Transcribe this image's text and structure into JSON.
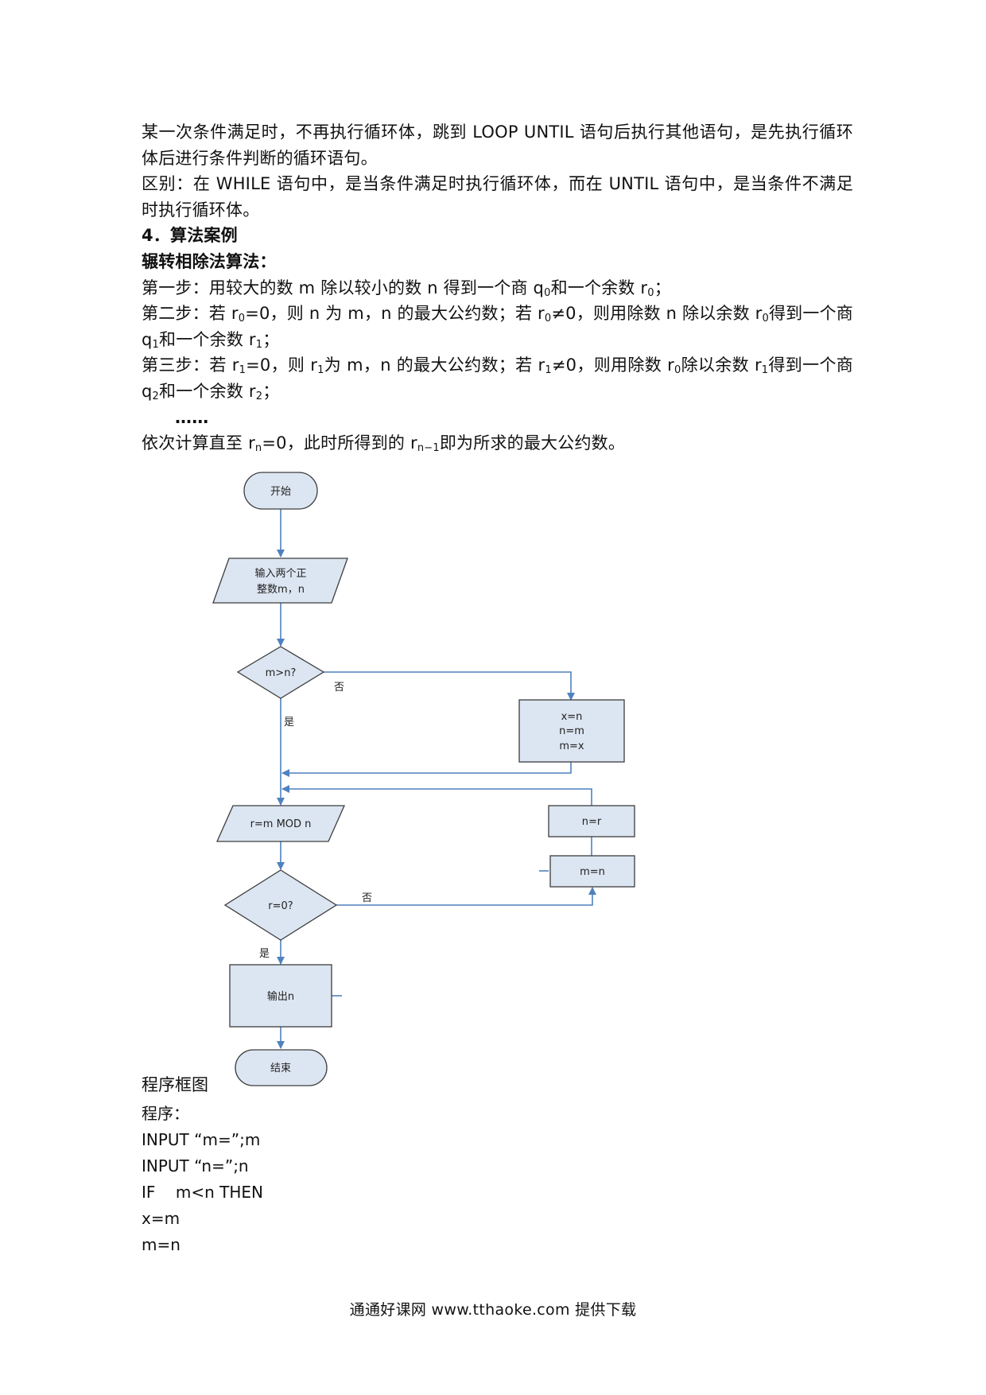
{
  "intro": {
    "line1": "某一次条件满足时，不再执行循环体，跳到 LOOP UNTIL 语句后执行其他语句，是先执行循环体后进行条件判断的循环语句。",
    "line2": "区别：在 WHILE 语句中，是当条件满足时执行循环体，而在 UNTIL 语句中，是当条件不满足时执行循环体。"
  },
  "section": {
    "heading": "4．算法案例",
    "subheading": "辗转相除法算法："
  },
  "steps": {
    "s1_a": "第一步：用较大的数 m 除以较小的数 n 得到一个商 q",
    "s1_sub1": "0",
    "s1_b": "和一个余数 r",
    "s1_sub2": "0",
    "s1_c": "；",
    "s2_a": "第二步：若 r",
    "s2_sub1": "0",
    "s2_b": "=0，则 n 为 m，n 的最大公约数；若 r",
    "s2_sub2": "0",
    "s2_c": "≠0，则用除数 n 除以余数 r",
    "s2_sub3": "0",
    "s2_d": "得到一个商 q",
    "s2_sub4": "1",
    "s2_e": "和一个余数 r",
    "s2_sub5": "1",
    "s2_f": "；",
    "s3_a": "第三步：若 r",
    "s3_sub1": "1",
    "s3_b": "=0，则 r",
    "s3_sub2": "1",
    "s3_c": "为 m，n 的最大公约数；若 r",
    "s3_sub3": "1",
    "s3_d": "≠0，则用除数 r",
    "s3_sub4": "0",
    "s3_e": "除以余数 r",
    "s3_sub5": "1",
    "s3_f": "得到一个商 q",
    "s3_sub6": "2",
    "s3_g": "和一个余数 r",
    "s3_sub7": "2",
    "s3_h": "；",
    "ellipsis": "……",
    "final_a": "依次计算直至 r",
    "final_sub1": "n",
    "final_b": "=0，此时所得到的 r",
    "final_sub2": "n−1",
    "final_c": "即为所求的最大公约数。"
  },
  "flowchart": {
    "start": "开始",
    "input_line1": "输入两个正",
    "input_line2": "整数m，n",
    "cond1": "m>n?",
    "no1": "否",
    "yes1": "是",
    "swap1": "x=n",
    "swap2": "n=m",
    "swap3": "m=x",
    "mod": "r=m MOD n",
    "assign_nr": "n=r",
    "assign_mn": "m=n",
    "cond2": "r=0?",
    "no2": "否",
    "yes2": "是",
    "output": "输出n",
    "end": "结束",
    "colors": {
      "fill": "#dce6f2",
      "stroke": "#3d3d3d",
      "arrow": "#4f81bd"
    }
  },
  "caption": "程序框图",
  "program": {
    "title": "程序：",
    "lines": [
      "INPUT “m=”;m",
      "INPUT “n=”;n",
      "IF    m<n THEN",
      "x=m",
      "m=n"
    ]
  },
  "footer": "通通好课网  www.tthaoke.com  提供下载"
}
